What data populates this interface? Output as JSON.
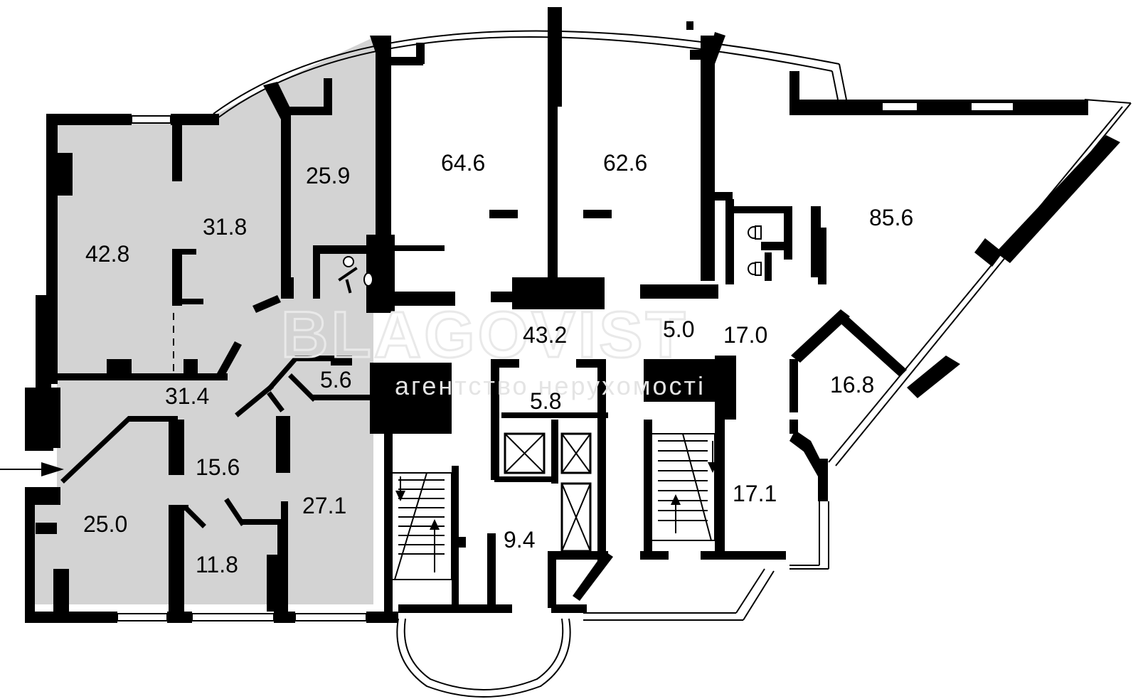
{
  "rooms": [
    {
      "label": "42.8"
    },
    {
      "label": "31.8"
    },
    {
      "label": "25.9"
    },
    {
      "label": "64.6"
    },
    {
      "label": "62.6"
    },
    {
      "label": "85.6"
    },
    {
      "label": "43.2"
    },
    {
      "label": "5.0"
    },
    {
      "label": "17.0"
    },
    {
      "label": "16.8"
    },
    {
      "label": "31.4"
    },
    {
      "label": "5.6"
    },
    {
      "label": "5.8"
    },
    {
      "label": "15.6"
    },
    {
      "label": "27.1"
    },
    {
      "label": "25.0"
    },
    {
      "label": "11.8"
    },
    {
      "label": "9.4"
    },
    {
      "label": "17.1"
    }
  ],
  "watermark": {
    "brand": "BLAGOVIST",
    "tagline": "агентство нерухомості"
  },
  "colors": {
    "leased_fill": "#d3d3d3",
    "wall": "#000000",
    "background": "#ffffff"
  }
}
